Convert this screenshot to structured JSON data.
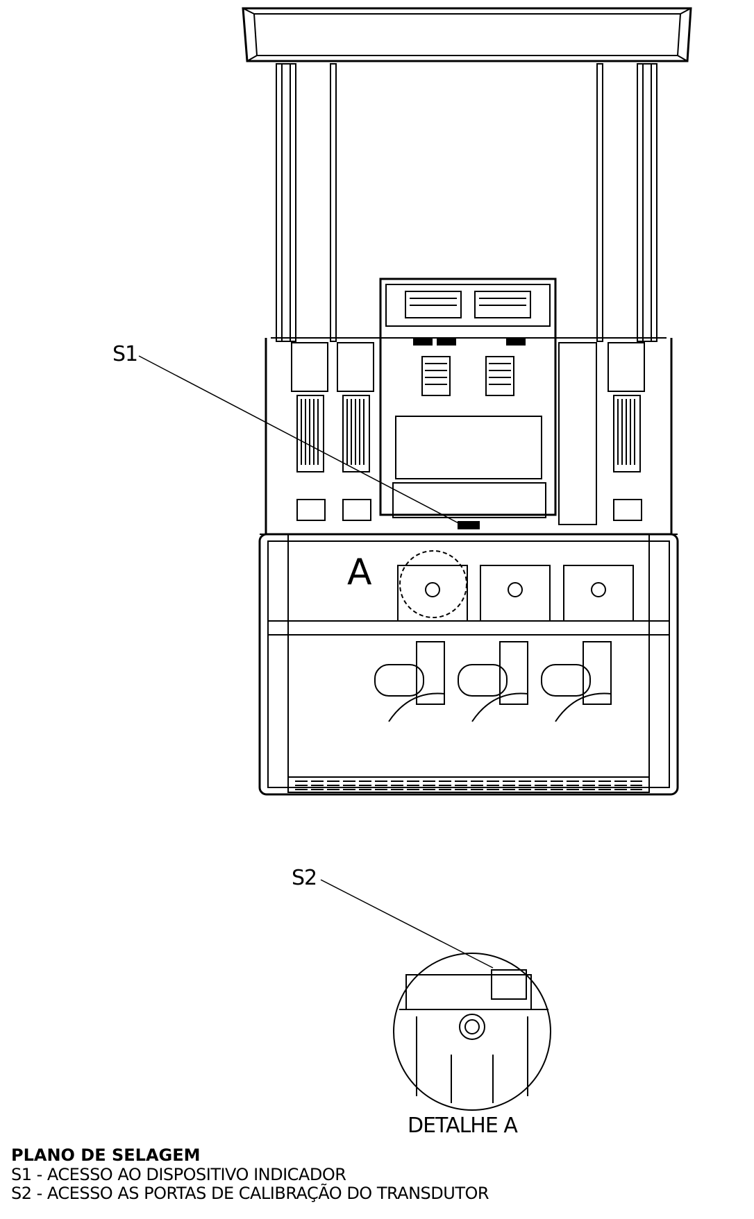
{
  "callouts": {
    "s1": "S1",
    "s2": "S2"
  },
  "detail": {
    "letter": "A",
    "caption": "DETALHE A"
  },
  "legend": {
    "title": "PLANO DE SELAGEM",
    "items": [
      "S1 - ACESSO AO DISPOSITIVO INDICADOR",
      "S2 - ACESSO AS PORTAS DE CALIBRAÇÃO DO TRANSDUTOR"
    ]
  }
}
